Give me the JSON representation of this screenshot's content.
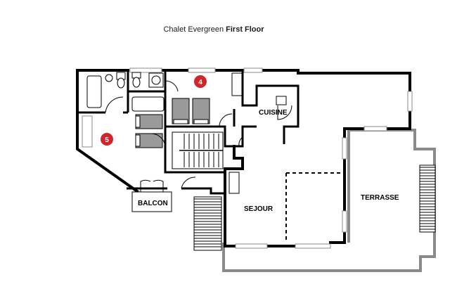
{
  "title": {
    "prefix": "Chalet Evergreen",
    "bold": "First Floor"
  },
  "rooms": {
    "cuisine": "CUISINE",
    "sejour": "SEJOUR",
    "terrasse": "TERRASSE",
    "balcon": "BALCON"
  },
  "markers": [
    {
      "id": "bedroom-4",
      "number": "4",
      "color": "#d0262b"
    },
    {
      "id": "bedroom-5",
      "number": "5",
      "color": "#d0262b"
    }
  ],
  "colors": {
    "walls": "#000000",
    "terrace_outline": "#8a8a8a",
    "beds": "#9a9a9a",
    "marker": "#d0262b"
  }
}
